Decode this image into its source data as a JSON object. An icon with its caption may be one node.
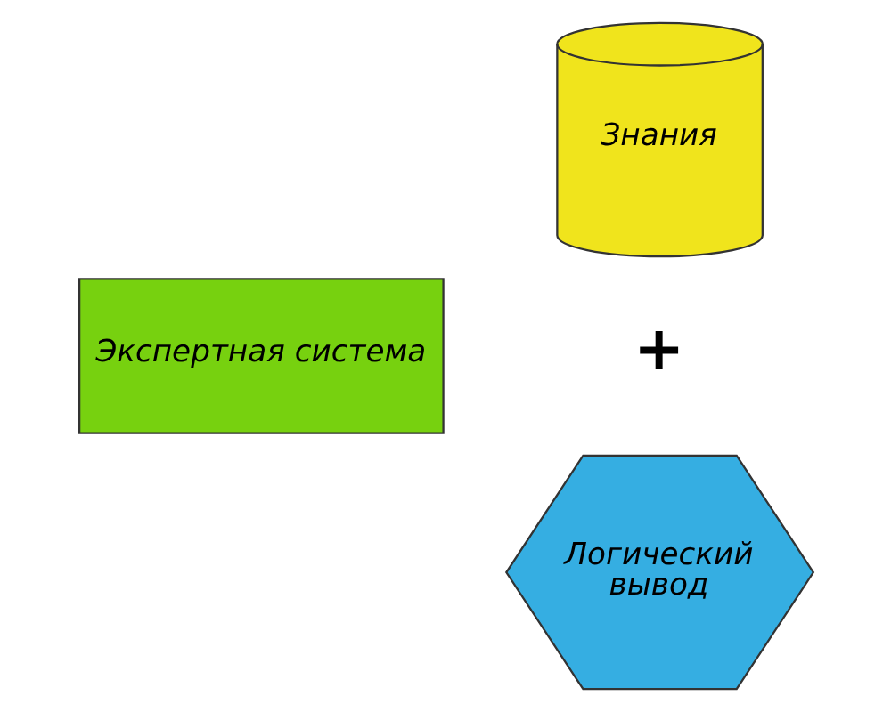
{
  "diagram": {
    "nodes": [
      {
        "text": [
          "Экспертная система"
        ]
      },
      {
        "text": [
          "Знания"
        ]
      },
      {
        "text": [
          "Логический вывод"
        ]
      }
    ],
    "labels": [
      "+"
    ]
  }
}
